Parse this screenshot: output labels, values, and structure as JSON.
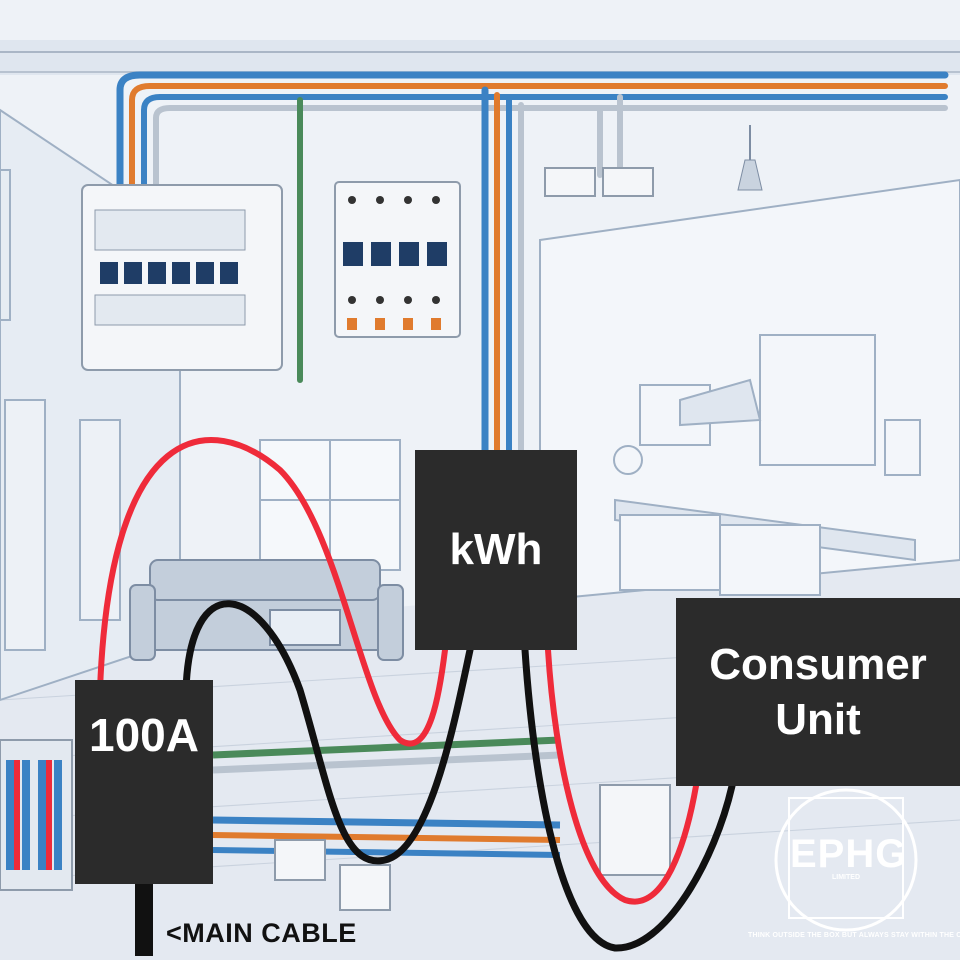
{
  "labels": {
    "breaker": "100A",
    "meter": "kWh",
    "consumer_unit_line1": "Consumer",
    "consumer_unit_line2": "Unit",
    "main_cable": "<MAIN CABLE"
  },
  "logo": {
    "text": "EPHG",
    "subtext": "LIMITED",
    "tagline": "THINK OUTSIDE THE BOX BUT ALWAYS STAY WITHIN THE CIRCLE"
  },
  "colors": {
    "box_fill": "#2b2b2b",
    "live_wire": "#ef2b3a",
    "neutral_wire": "#111111",
    "conduit_blue": "#3b82c4",
    "conduit_orange": "#e07b2e",
    "conduit_green": "#4a8a5a",
    "wall_background": "#eef2f7"
  },
  "icons": [
    "breaker-panel-icon",
    "meter-board-icon",
    "junction-box-icon",
    "lamp-icon",
    "sofa-icon",
    "window-icon",
    "kitchen-icon",
    "logo-circle-icon"
  ]
}
